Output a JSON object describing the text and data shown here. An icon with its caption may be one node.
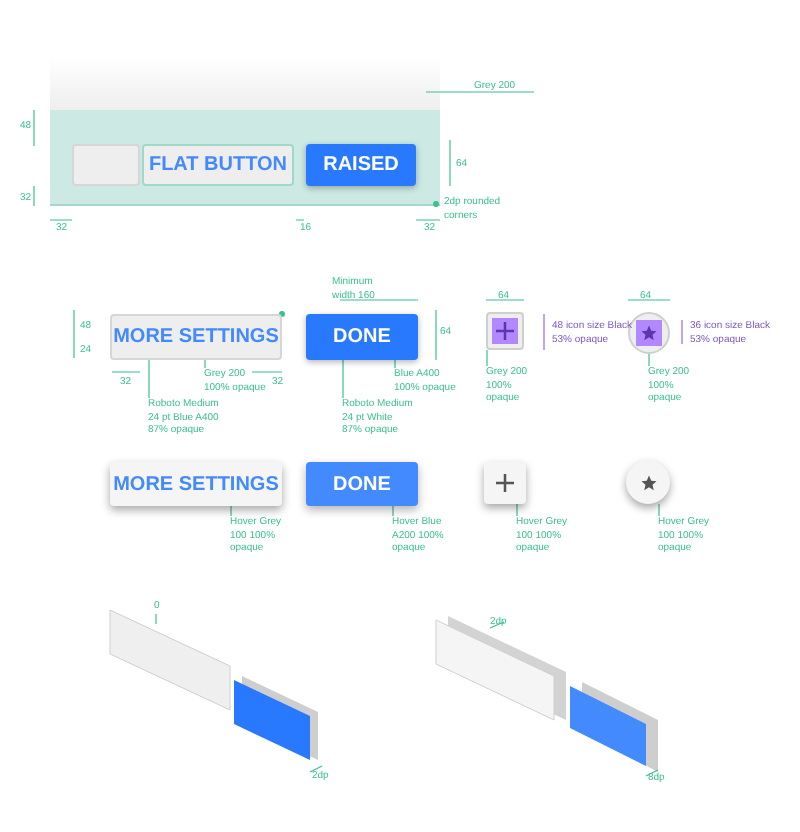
{
  "diagram": {
    "nodes": [
      {
        "text": [],
        "shape": "box"
      },
      {
        "text": [
          "FLAT BUTTON"
        ]
      },
      {
        "text": [
          "RAISED"
        ]
      },
      {
        "text": [
          "Grey 200"
        ]
      },
      {
        "text": [
          "2dp rounded corners"
        ]
      },
      {
        "text": [
          "MORE SETTINGS"
        ]
      },
      {
        "text": [
          "Grey 200 100% opaque"
        ]
      },
      {
        "text": [
          "Roboto Medium 24 pt Blue A400 87% opaque"
        ]
      },
      {
        "text": [
          "DONE"
        ]
      },
      {
        "text": [
          "Blue A400 100% opaque"
        ]
      },
      {
        "text": [
          "Roboto Medium 24 pt White 87% opaque"
        ]
      },
      {
        "text": [],
        "shape": "box"
      },
      {
        "text": [
          "Grey 200 100% opaque"
        ]
      },
      {
        "text": [],
        "shape": "circle"
      },
      {
        "text": [
          "Grey 200 100% opaque"
        ]
      },
      {
        "text": [
          "MORE SETTINGS"
        ]
      },
      {
        "text": [
          "Hover Grey 100 100% opaque"
        ]
      },
      {
        "text": [
          "DONE"
        ]
      },
      {
        "text": [
          "Hover Blue A200 100% opaque"
        ]
      },
      {
        "text": [],
        "shape": "box"
      },
      {
        "text": [
          "Hover Grey 100 100% opaque"
        ]
      },
      {
        "text": [],
        "shape": "circle"
      },
      {
        "text": [
          "Hover Grey 100 100% opaque"
        ]
      }
    ],
    "edges": [
      {
        "from": 3,
        "to": null,
        "arrow": "none"
      },
      {
        "from": 6,
        "to": 5,
        "arrow": "none"
      },
      {
        "from": 7,
        "to": 5,
        "arrow": "none"
      },
      {
        "from": 9,
        "to": 8,
        "arrow": "none"
      },
      {
        "from": 10,
        "to": 8,
        "arrow": "none"
      },
      {
        "from": 12,
        "to": 11,
        "arrow": "none"
      },
      {
        "from": 14,
        "to": 13,
        "arrow": "none"
      },
      {
        "from": 16,
        "to": 15,
        "arrow": "none"
      },
      {
        "from": 18,
        "to": 17,
        "arrow": "none"
      },
      {
        "from": 20,
        "to": 19,
        "arrow": "none"
      },
      {
        "from": 22,
        "to": 21,
        "arrow": "none"
      }
    ],
    "labels": [
      "48",
      "64",
      "32",
      "32",
      "16",
      "32",
      "Minimum width 160",
      "48",
      "24",
      "64",
      "64",
      "48 icon size Black 53% opaque",
      "64",
      "36 icon size Black 53% opaque",
      "32",
      "32",
      "0",
      "2dp",
      "2dp",
      "8dp"
    ]
  }
}
